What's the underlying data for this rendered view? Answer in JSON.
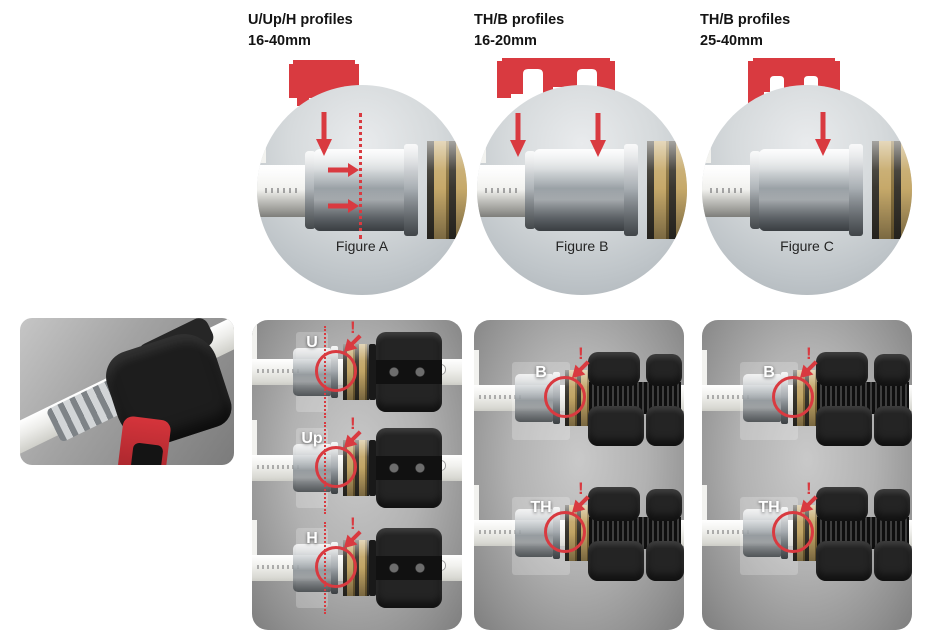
{
  "colors": {
    "accent_red": "#d93a40",
    "panel_gray": "#a9a9a9",
    "brass": "#c2a566"
  },
  "figures": [
    {
      "title_line1": "U/Up/H profiles",
      "title_line2": "16-40mm",
      "caption": "Figure A"
    },
    {
      "title_line1": "TH/B profiles",
      "title_line2": "16-20mm",
      "caption": "Figure B"
    },
    {
      "title_line1": "TH/B profiles",
      "title_line2": "25-40mm",
      "caption": "Figure C"
    }
  ],
  "panels": [
    {
      "rows": [
        {
          "label": "U",
          "alert": "!"
        },
        {
          "label": "Up",
          "alert": "!"
        },
        {
          "label": "H",
          "alert": "!"
        }
      ]
    },
    {
      "rows": [
        {
          "label": "B",
          "alert": "!"
        },
        {
          "label": "TH",
          "alert": "!"
        }
      ]
    },
    {
      "rows": [
        {
          "label": "B",
          "alert": "!"
        },
        {
          "label": "TH",
          "alert": "!"
        }
      ]
    }
  ]
}
